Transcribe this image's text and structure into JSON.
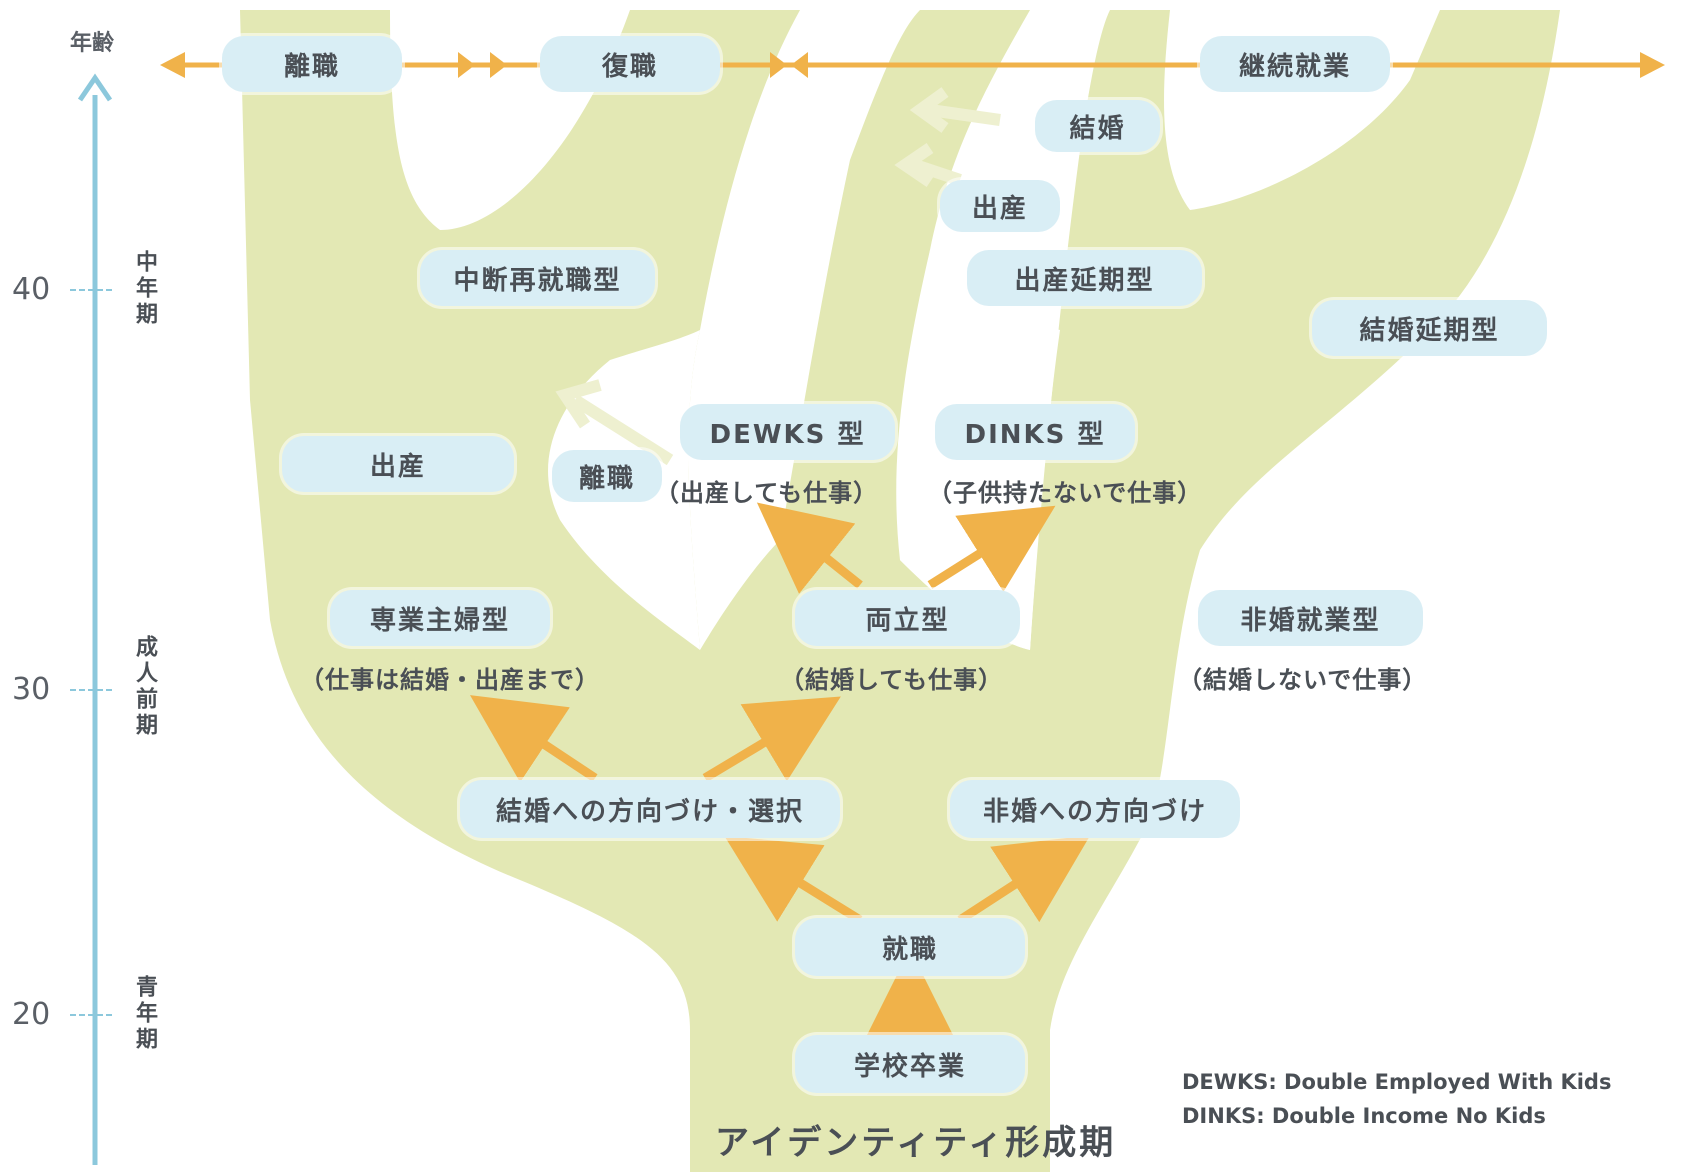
{
  "axis": {
    "title": "年齢",
    "ticks": [
      "40",
      "30",
      "20"
    ],
    "stages": [
      "中年期",
      "成人前期",
      "青年期"
    ]
  },
  "nodes": {
    "rishoku_top": "離職",
    "fukushoku": "復職",
    "keizoku": "継続就業",
    "kekkon": "結婚",
    "shussan_top": "出産",
    "chudan": "中断再就職型",
    "shussan_enki": "出産延期型",
    "kekkon_enki": "結婚延期型",
    "shussan_left": "出産",
    "rishoku_mid": "離職",
    "dewks": "DEWKS 型",
    "dewks_sub": "（出産しても仕事）",
    "dinks": "DINKS 型",
    "dinks_sub": "（子供持たないで仕事）",
    "sengyo": "専業主婦型",
    "sengyo_sub": "（仕事は結婚・出産まで）",
    "ryoritsu": "両立型",
    "ryoritsu_sub": "（結婚しても仕事）",
    "hikon": "非婚就業型",
    "hikon_sub": "（結婚しないで仕事）",
    "kekkon_hoko": "結婚への方向づけ・選択",
    "hikon_hoko": "非婚への方向づけ",
    "shushoku": "就職",
    "sotsugyo": "学校卒業",
    "identity": "アイデンティティ形成期"
  },
  "legend": [
    "DEWKS: Double Employed With Kids",
    "DINKS: Double Income No Kids"
  ],
  "colors": {
    "tree": "#e3e8b4",
    "box": "#d9eef5",
    "arrow": "#f0b24a",
    "axis": "#8cc8dc",
    "text": "#4a4f55"
  }
}
